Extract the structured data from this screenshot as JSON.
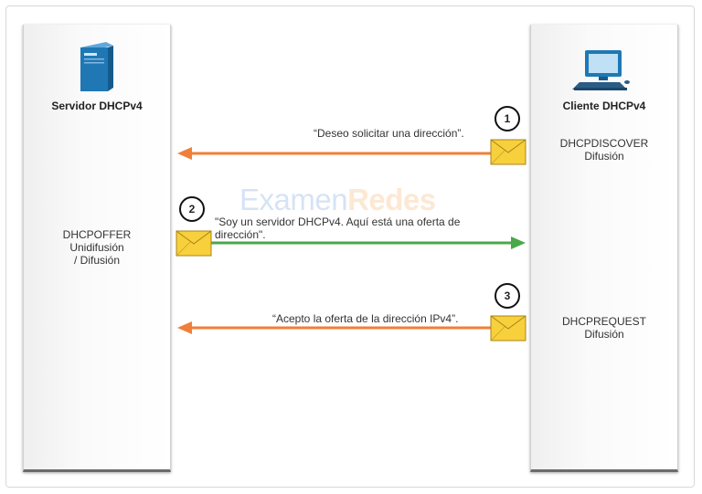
{
  "server": {
    "label": "Servidor DHCPv4",
    "offer_lines": [
      "DHCPOFFER",
      "Unidifusión",
      "/ Difusión"
    ]
  },
  "client": {
    "label": "Cliente DHCPv4",
    "discover_lines": [
      "DHCPDISCOVER",
      "Difusión"
    ],
    "request_lines": [
      "DHCPREQUEST",
      "Difusión"
    ]
  },
  "messages": [
    {
      "number": "1",
      "text": "“Deseo solicitar una dirección”."
    },
    {
      "number": "2",
      "text_lines": [
        "\"Soy un servidor DHCPv4. Aquí está una oferta de",
        "dirección\"."
      ]
    },
    {
      "number": "3",
      "text": "“Acepto la oferta de la dirección IPv4”."
    }
  ],
  "watermark": {
    "part1": "Examen",
    "part2": "Redes"
  },
  "colors": {
    "orange_arrow": "#f07f3a",
    "green_arrow": "#4aa84a",
    "envelope": "#f7d03c",
    "server_blue": "#1f78b4"
  },
  "icons": {
    "server": "server-tower-icon",
    "client": "desktop-computer-icon",
    "message": "envelope-icon"
  }
}
